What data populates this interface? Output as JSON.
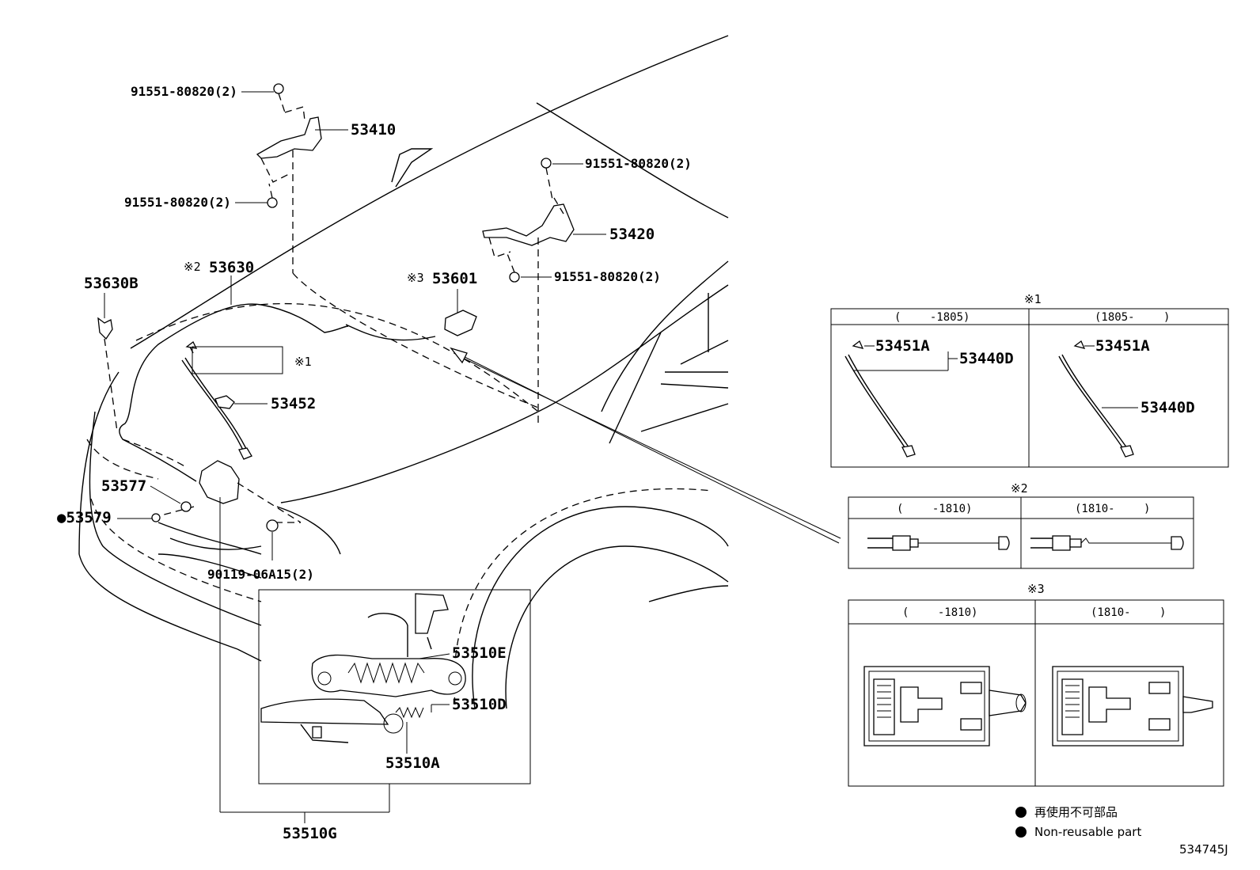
{
  "labels": {
    "bolt_top_left": "91551-80820(2)",
    "hinge_left": "53410",
    "bolt_mid_left": "91551-80820(2)",
    "bolt_top_right": "91551-80820(2)",
    "hinge_right": "53420",
    "bolt_mid_right": "91551-80820(2)",
    "clip_left": "53630B",
    "cable_mark": "※2",
    "cable": "53630",
    "switch_mark": "※3",
    "switch": "53601",
    "support_ref": "※1",
    "support_holder": "53452",
    "bumper_a": "53577",
    "bumper_b": "●53579",
    "screw": "90119-06A15(2)",
    "latch_e": "53510E",
    "latch_d": "53510D",
    "latch_a": "53510A",
    "latch_assy": "53510G"
  },
  "panels": {
    "p1": {
      "mark": "※1",
      "col_left": "(　　 -1805)",
      "col_right": "(1805-　　 )",
      "left_clip": "53451A",
      "left_rod": "53440D",
      "right_clip": "53451A",
      "right_rod": "53440D"
    },
    "p2": {
      "mark": "※2",
      "col_left": "(　　 -1810)",
      "col_right": "(1810-　　 )"
    },
    "p3": {
      "mark": "※3",
      "col_left": "(　　 -1810)",
      "col_right": "(1810-　　 )"
    }
  },
  "legend": {
    "line_ja": "再使用不可部品",
    "line_en": "Non-reusable part"
  },
  "figure_id": "534745J"
}
